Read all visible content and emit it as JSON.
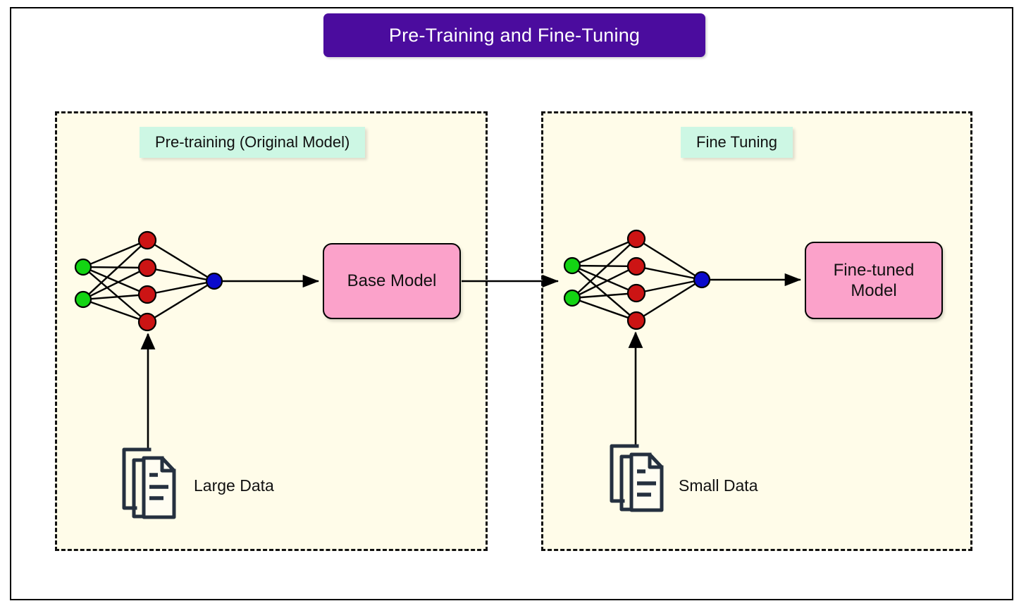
{
  "title": "Pre-Training and Fine-Tuning",
  "colors": {
    "title_banner": "#4B0C9E",
    "title_text": "#FFFFFF",
    "panel_background": "#FFFCE9",
    "panel_border": "#111111",
    "panel_label_background": "#CDF7E4",
    "model_box": "#FBA2CA",
    "input_node": "#13D413",
    "hidden_node": "#CC1414",
    "output_node": "#0A0ACC",
    "document_icon": "#25303F",
    "page_background": "#FFFFFF"
  },
  "panels": [
    {
      "id": "pretraining",
      "label": "Pre-training (Original Model)",
      "model_box_label": "Base Model",
      "data_label": "Large Data",
      "data_icon": "document-stack-icon",
      "network": {
        "input_nodes": 2,
        "hidden_nodes": 4,
        "output_nodes": 1,
        "input_node_color": "#13D413",
        "hidden_node_color": "#CC1414",
        "output_node_color": "#0A0ACC"
      }
    },
    {
      "id": "finetuning",
      "label": "Fine Tuning",
      "model_box_label": "Fine-tuned Model",
      "model_box_label_line1": "Fine-tuned",
      "model_box_label_line2": "Model",
      "data_label": "Small Data",
      "data_icon": "document-stack-icon",
      "network": {
        "input_nodes": 2,
        "hidden_nodes": 4,
        "output_nodes": 1,
        "input_node_color": "#13D413",
        "hidden_node_color": "#CC1414",
        "output_node_color": "#0A0ACC"
      }
    }
  ],
  "flow": {
    "pretraining_to_base_model": "arrow-right",
    "base_model_to_finetuning": "arrow-right",
    "finetuning_to_finetuned_model": "arrow-right",
    "large_data_to_network": "arrow-up",
    "small_data_to_network": "arrow-up"
  }
}
